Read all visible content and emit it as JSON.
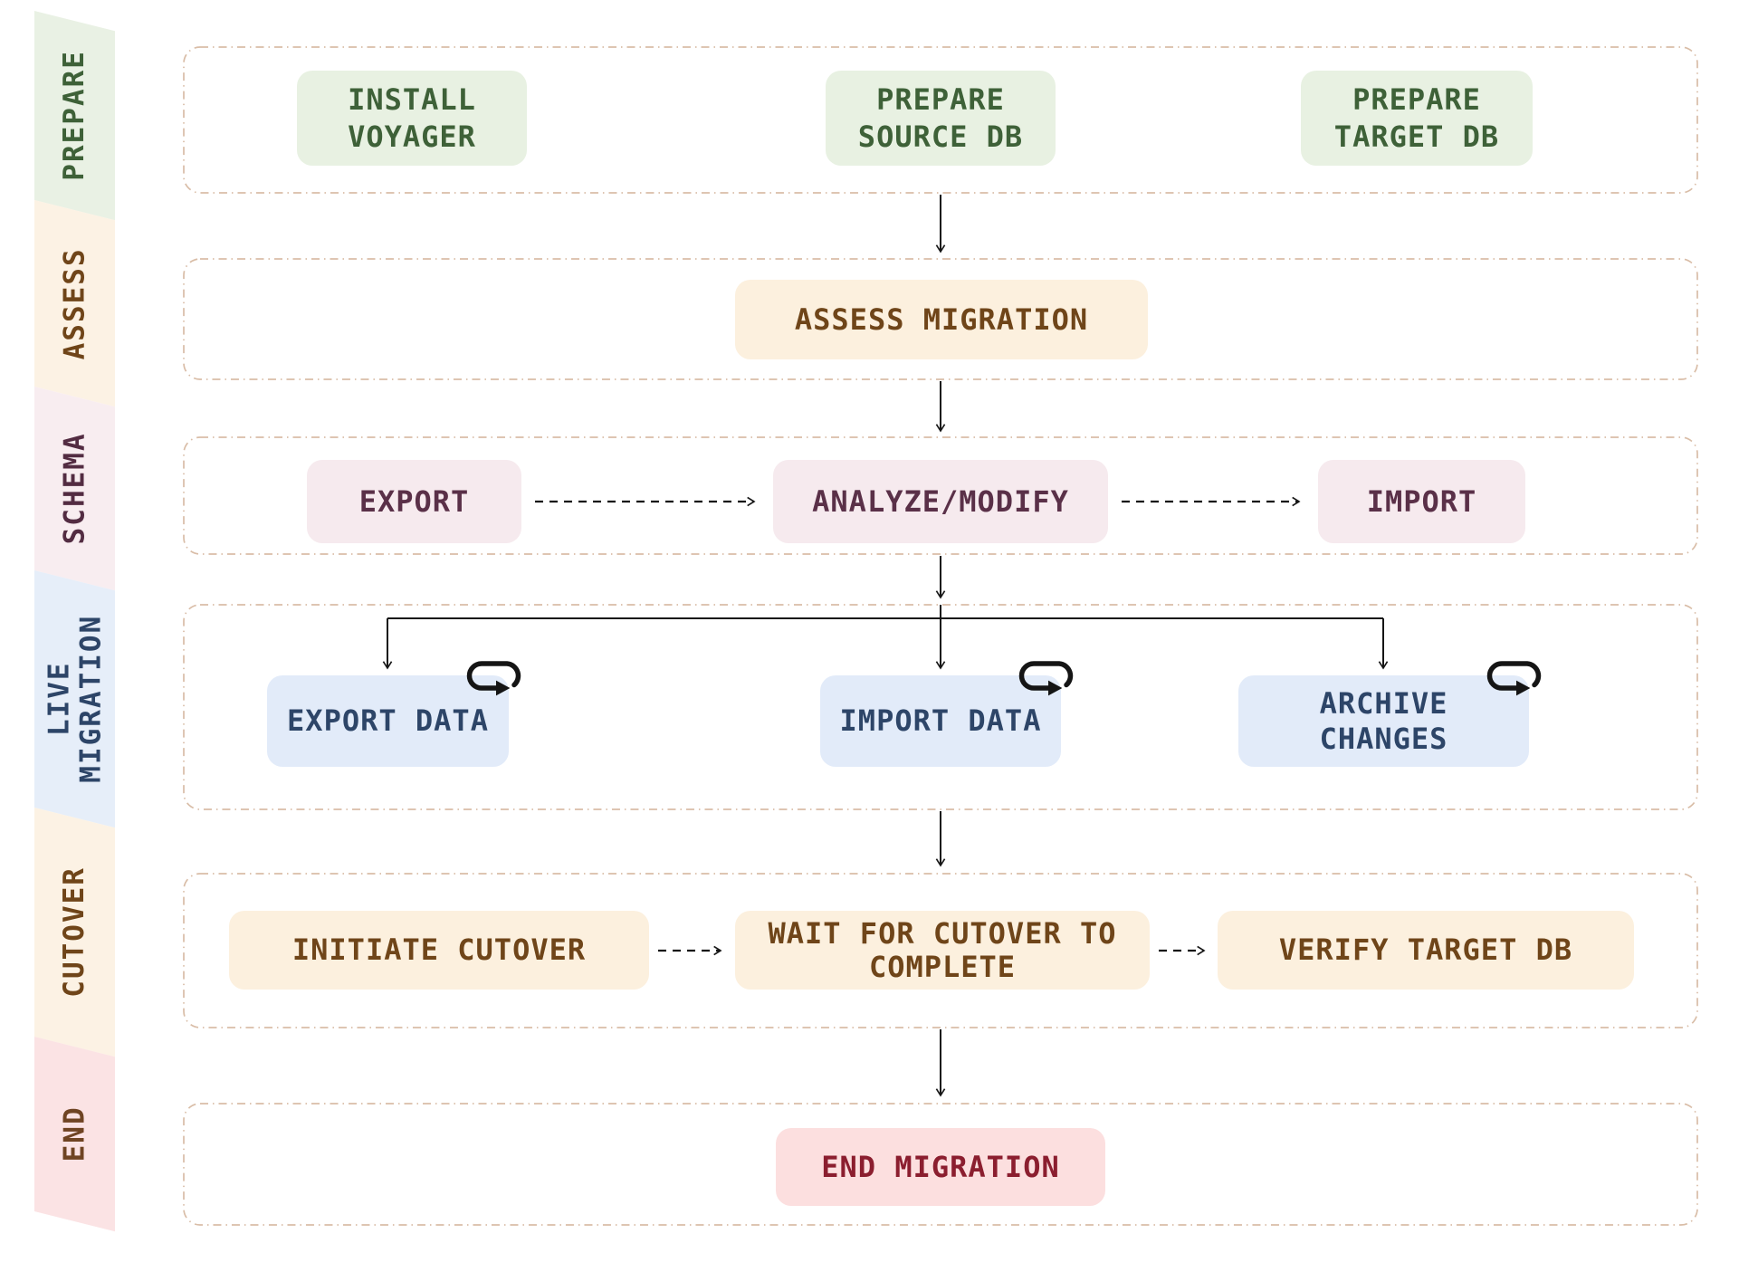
{
  "diagram": {
    "type": "swimlane-flowchart",
    "subject": "database migration workflow"
  },
  "sidebar": {
    "segments": [
      {
        "id": "prepare",
        "lines": [
          "PREPARE"
        ]
      },
      {
        "id": "assess",
        "lines": [
          "ASSESS"
        ]
      },
      {
        "id": "schema",
        "lines": [
          "SCHEMA"
        ]
      },
      {
        "id": "live-migration",
        "lines": [
          "LIVE",
          "MIGRATION"
        ]
      },
      {
        "id": "cutover",
        "lines": [
          "CUTOVER"
        ]
      },
      {
        "id": "end",
        "lines": [
          "END"
        ]
      }
    ]
  },
  "lanes": [
    {
      "id": "prepare",
      "boxes": [
        {
          "id": "install-voyager",
          "lines": [
            "INSTALL",
            "VOYAGER"
          ]
        },
        {
          "id": "prepare-source-db",
          "lines": [
            "PREPARE",
            "SOURCE DB"
          ]
        },
        {
          "id": "prepare-target-db",
          "lines": [
            "PREPARE",
            "TARGET DB"
          ]
        }
      ]
    },
    {
      "id": "assess",
      "boxes": [
        {
          "id": "assess-migration",
          "lines": [
            "ASSESS MIGRATION"
          ]
        }
      ]
    },
    {
      "id": "schema",
      "boxes": [
        {
          "id": "export",
          "lines": [
            "EXPORT"
          ]
        },
        {
          "id": "analyze-modify",
          "lines": [
            "ANALYZE/MODIFY"
          ]
        },
        {
          "id": "import",
          "lines": [
            "IMPORT"
          ]
        }
      ]
    },
    {
      "id": "live-migration",
      "boxes": [
        {
          "id": "export-data",
          "lines": [
            "EXPORT DATA"
          ],
          "icon": "loop-icon"
        },
        {
          "id": "import-data",
          "lines": [
            "IMPORT DATA"
          ],
          "icon": "loop-icon"
        },
        {
          "id": "archive-changes",
          "lines": [
            "ARCHIVE",
            "CHANGES"
          ],
          "icon": "loop-icon"
        }
      ]
    },
    {
      "id": "cutover",
      "boxes": [
        {
          "id": "initiate-cutover",
          "lines": [
            "INITIATE CUTOVER"
          ]
        },
        {
          "id": "wait-for-cutover",
          "lines": [
            "WAIT FOR CUTOVER TO",
            "COMPLETE"
          ]
        },
        {
          "id": "verify-target-db",
          "lines": [
            "VERIFY TARGET DB"
          ]
        }
      ]
    },
    {
      "id": "end",
      "boxes": [
        {
          "id": "end-migration",
          "lines": [
            "END MIGRATION"
          ]
        }
      ]
    }
  ],
  "colors": {
    "background": "#ffffff",
    "lane_border": "#d9bda7",
    "connector": "#151515",
    "green_bg": "#e8f1e2",
    "green_text": "#3e6138",
    "cream_bg": "#fcf0de",
    "cream_text": "#6f4519",
    "pink_bg": "#f6eaee",
    "pink_text": "#5a3048",
    "blue_bg": "#e2ebf9",
    "blue_text": "#2d4568",
    "red_bg": "#fcdfdf",
    "red_text": "#8b1e2f",
    "ribbon_green": "#e9f1e4",
    "ribbon_cream": "#fcf2e4",
    "ribbon_pink": "#f8edf0",
    "ribbon_blue": "#e6eef9",
    "ribbon_red": "#fbe3e4",
    "ribbon_end_text": "#6f4423",
    "ribbon_schema_text": "#532c42"
  }
}
